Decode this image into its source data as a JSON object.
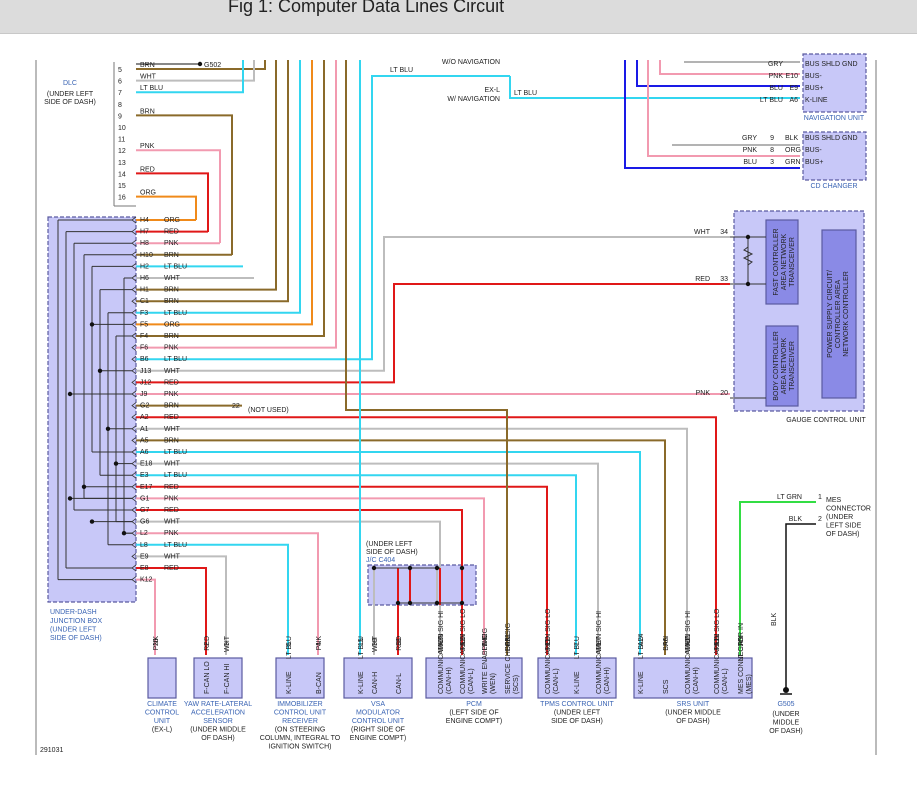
{
  "title": "Fig 1: Computer Data Lines Circuit",
  "colors": {
    "component_fill": "#c8c8f8",
    "component_stroke": "#5a5aa0",
    "module_fill": "#8a8ae6",
    "label_blue": "#3a64b4",
    "BRN": "#8a6a2a",
    "WHT": "#bdbdbd",
    "LT BLU": "#33d6f0",
    "PNK": "#f29ab0",
    "RED": "#e01818",
    "ORG": "#f08a1a",
    "BLU": "#1a1ae6",
    "GRN": "#22bb22",
    "LT GRN": "#33dd44",
    "GRY": "#9a9a9a",
    "BLK": "#111111"
  },
  "diagram_id": "291031",
  "components": {
    "dlc": {
      "name": "DLC",
      "location": [
        "(UNDER LEFT",
        "SIDE OF DASH)"
      ]
    },
    "junction_box": {
      "name": "UNDER-DASH",
      "lines": [
        "JUNCTION BOX",
        "(UNDER LEFT",
        "SIDE OF DASH)"
      ]
    },
    "navigation_unit": {
      "name": "NAVIGATION UNIT"
    },
    "cd_changer": {
      "name": "CD CHANGER"
    },
    "gauge_control_unit": {
      "name": "GAUGE CONTROL UNIT"
    },
    "fast_transceiver": {
      "lines": [
        "FAST CONTROLLER",
        "AREA NETWORK",
        "TRANSCEIVER"
      ]
    },
    "body_transceiver": {
      "lines": [
        "BODY CONTROLLER",
        "AREA NETWORK",
        "TRANSCEIVER"
      ]
    },
    "power_supply": {
      "lines": [
        "POWER SUPPLY CIRCUIT/",
        "CONTROLLER AREA",
        "NETWORK CONTROLLER"
      ]
    },
    "g502": {
      "name": "G502"
    },
    "jc_c404": {
      "lines": [
        "(UNDER LEFT",
        "SIDE OF DASH)",
        "J/C C404"
      ]
    },
    "not_used": {
      "pin": "22",
      "label": "(NOT USED)"
    },
    "mes_connector": {
      "lines": [
        "MES",
        "CONNECTOR",
        "(UNDER",
        "LEFT SIDE",
        "OF DASH)"
      ]
    },
    "g505": {
      "name": "G505",
      "lines": [
        "(UNDER",
        "MIDDLE",
        "OF DASH)"
      ]
    }
  },
  "wo_navigation": "W/O NAVIGATION",
  "exl_navigation": [
    "EX-L",
    "W/ NAVIGATION"
  ],
  "dlc_pins": [
    {
      "pin": "5",
      "color": "BRN"
    },
    {
      "pin": "6",
      "color": "WHT"
    },
    {
      "pin": "7",
      "color": "LT BLU"
    },
    {
      "pin": "8",
      "color": ""
    },
    {
      "pin": "9",
      "color": "BRN"
    },
    {
      "pin": "10",
      "color": ""
    },
    {
      "pin": "11",
      "color": ""
    },
    {
      "pin": "12",
      "color": "PNK"
    },
    {
      "pin": "13",
      "color": ""
    },
    {
      "pin": "14",
      "color": "RED"
    },
    {
      "pin": "15",
      "color": ""
    },
    {
      "pin": "16",
      "color": "ORG"
    }
  ],
  "jb_pins": [
    {
      "pin": "H4",
      "color": "ORG"
    },
    {
      "pin": "H7",
      "color": "RED"
    },
    {
      "pin": "H8",
      "color": "PNK"
    },
    {
      "pin": "H10",
      "color": "BRN"
    },
    {
      "pin": "H2",
      "color": "LT BLU"
    },
    {
      "pin": "H6",
      "color": "WHT"
    },
    {
      "pin": "H1",
      "color": "BRN"
    },
    {
      "pin": "C1",
      "color": "BRN"
    },
    {
      "pin": "F3",
      "color": "LT BLU"
    },
    {
      "pin": "F5",
      "color": "ORG"
    },
    {
      "pin": "F4",
      "color": "BRN"
    },
    {
      "pin": "F6",
      "color": "PNK"
    },
    {
      "pin": "B6",
      "color": "LT BLU"
    },
    {
      "pin": "J13",
      "color": "WHT"
    },
    {
      "pin": "J12",
      "color": "RED"
    },
    {
      "pin": "J9",
      "color": "PNK"
    },
    {
      "pin": "G2",
      "color": "BRN"
    },
    {
      "pin": "A2",
      "color": "RED"
    },
    {
      "pin": "A1",
      "color": "WHT"
    },
    {
      "pin": "A5",
      "color": "BRN"
    },
    {
      "pin": "A6",
      "color": "LT BLU"
    },
    {
      "pin": "E18",
      "color": "WHT"
    },
    {
      "pin": "E3",
      "color": "LT BLU"
    },
    {
      "pin": "E17",
      "color": "RED"
    },
    {
      "pin": "G1",
      "color": "PNK"
    },
    {
      "pin": "G7",
      "color": "RED"
    },
    {
      "pin": "G6",
      "color": "WHT"
    },
    {
      "pin": "L2",
      "color": "PNK"
    },
    {
      "pin": "L8",
      "color": "LT BLU"
    },
    {
      "pin": "E9",
      "color": "WHT"
    },
    {
      "pin": "E8",
      "color": "RED"
    },
    {
      "pin": "K12",
      "color": ""
    }
  ],
  "navigation_pins": [
    {
      "pin": "",
      "color": "GRY",
      "label": "BUS SHLD GND"
    },
    {
      "pin": "E10",
      "color": "PNK",
      "label": "BUS-"
    },
    {
      "pin": "E9",
      "color": "BLU",
      "label": "BUS+"
    },
    {
      "pin": "A6",
      "color": "LT BLU",
      "label": "K-LINE"
    }
  ],
  "cd_pins": [
    {
      "pin": "9",
      "color": "GRY",
      "wire": "BLK",
      "label": "BUS SHLD GND"
    },
    {
      "pin": "8",
      "color": "PNK",
      "wire": "ORG",
      "label": "BUS-"
    },
    {
      "pin": "3",
      "color": "BLU",
      "wire": "GRN",
      "label": "BUS+"
    }
  ],
  "gauge_pins": [
    {
      "pin": "34",
      "color": "WHT"
    },
    {
      "pin": "33",
      "color": "RED"
    },
    {
      "pin": "20",
      "color": "PNK"
    }
  ],
  "mes_wires": [
    {
      "pin": "1",
      "color": "LT GRN"
    },
    {
      "pin": "2",
      "color": "BLK"
    }
  ],
  "nav_wire_label": "LT BLU",
  "bottom_modules": [
    {
      "name": "CLIMATE",
      "lines": [
        "CONTROL",
        "UNIT",
        "(EX-L)"
      ],
      "pins": [
        {
          "num": "26",
          "color": "PNK",
          "label": ""
        }
      ]
    },
    {
      "name": "YAW RATE-LATERAL",
      "lines": [
        "ACCELERATION",
        "SENSOR",
        "(UNDER MIDDLE",
        "OF DASH)"
      ],
      "pins": [
        {
          "num": "2",
          "color": "RED",
          "label": "F-CAN LO"
        },
        {
          "num": "3",
          "color": "WHT",
          "label": "F-CAN HI"
        }
      ]
    },
    {
      "name": "IMMOBILIZER",
      "lines": [
        "CONTROL UNIT",
        "RECEIVER",
        "(ON STEERING",
        "COLUMN, INTEGRAL TO",
        "IGNITION SWITCH)"
      ],
      "pins": [
        {
          "num": "5",
          "color": "LT BLU",
          "label": "K-LINE"
        },
        {
          "num": "4",
          "color": "PNK",
          "label": "B-CAN"
        }
      ]
    },
    {
      "name": "VSA",
      "lines": [
        "MODULATOR",
        "CONTROL UNIT",
        "(RIGHT SIDE OF",
        "ENGINE COMPT)"
      ],
      "pins": [
        {
          "num": "15",
          "color": "LT BLU",
          "label": "K-LINE"
        },
        {
          "num": "39",
          "color": "WHT",
          "label": "CAN-H"
        },
        {
          "num": "38",
          "color": "RED",
          "label": "CAN-L"
        }
      ]
    },
    {
      "name": "PCM",
      "lines": [
        "(LEFT SIDE OF",
        "ENGINE COMPT)"
      ],
      "pins": [
        {
          "num": "A38",
          "color": "WHT",
          "label": "COMMUNICATION SIG HI (CAN-H)"
        },
        {
          "num": "A37",
          "color": "RED",
          "label": "COMMUNICATION SIG LO (CAN-L)"
        },
        {
          "num": "A42",
          "color": "PNK",
          "label": "WRITE ENABLE SIG (WEN)"
        },
        {
          "num": "A31",
          "color": "BRN",
          "label": "SERVICE CHECK SIG (SCS)"
        }
      ]
    },
    {
      "name": "TPMS CONTROL UNIT",
      "lines": [
        "(UNDER LEFT",
        "SIDE OF DASH)"
      ],
      "pins": [
        {
          "num": "11",
          "color": "RED",
          "label": "COMMUNICATION SIG LO (CAN-L)"
        },
        {
          "num": "7",
          "color": "LT BLU",
          "label": "K-LINE"
        },
        {
          "num": "1",
          "color": "WHT",
          "label": "COMMUNICATION SIG HI (CAN-H)"
        }
      ]
    },
    {
      "name": "SRS UNIT",
      "lines": [
        "(UNDER MIDDLE",
        "OF DASH)"
      ],
      "pins": [
        {
          "num": "A24",
          "color": "LT BLU",
          "label": "K-LINE"
        },
        {
          "num": "A6",
          "color": "BRN",
          "label": "SCS"
        },
        {
          "num": "A11",
          "color": "WHT",
          "label": "COMMUNICATION SIG HI (CAN-H)"
        },
        {
          "num": "A12",
          "color": "RED",
          "label": "COMMUNICATION SIG LO (CAN-L)"
        },
        {
          "num": "A5",
          "color": "LT GRN",
          "label": "MES CONNECTOR IN (MES)"
        }
      ]
    }
  ],
  "g505_wire": "BLK"
}
